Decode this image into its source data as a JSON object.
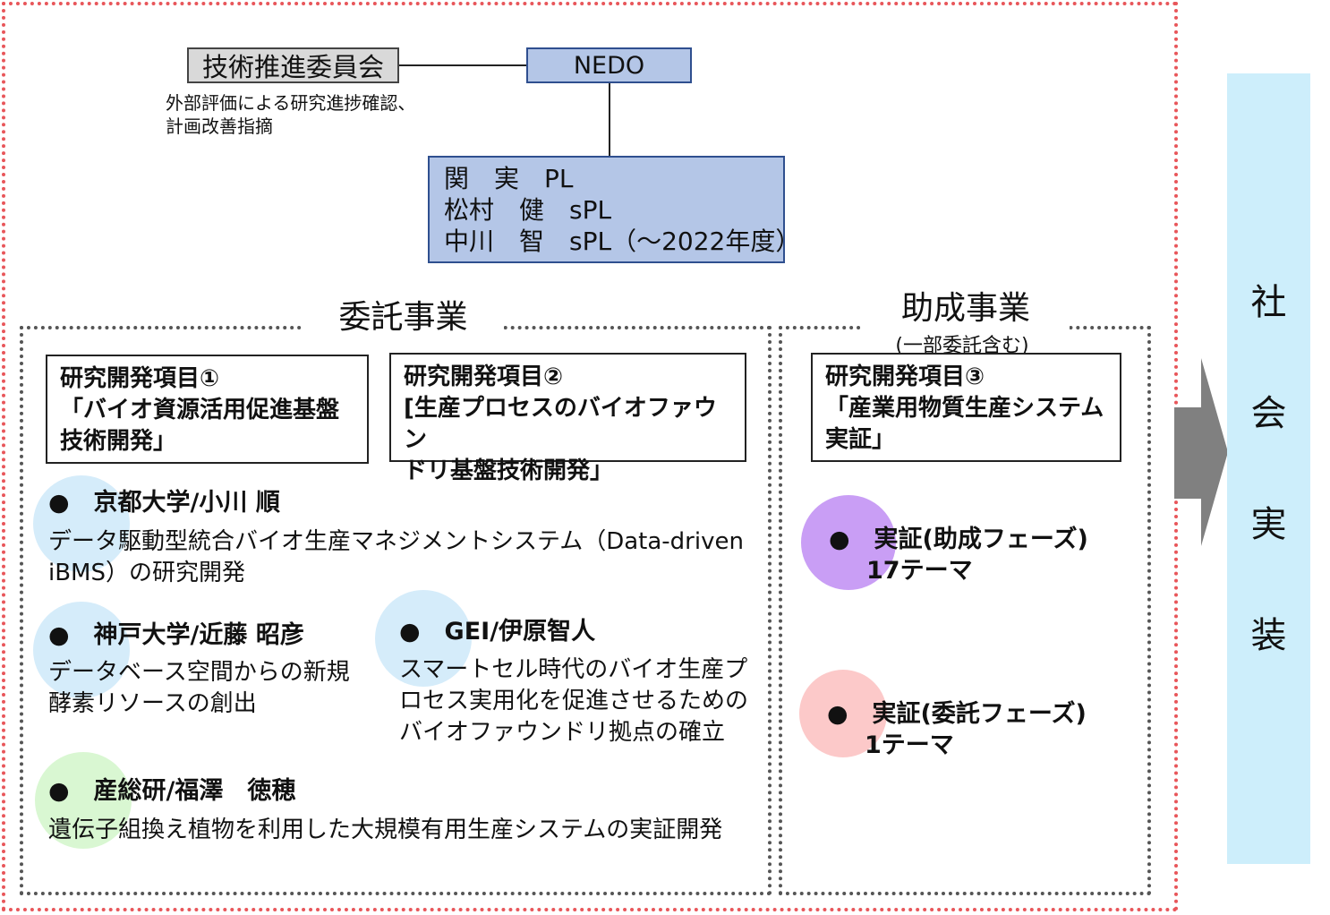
{
  "org": {
    "committee": "技術推進委員会",
    "committee_note": [
      "外部評価による研究進捗確認、",
      "計画改善指摘"
    ],
    "nedo": "NEDO",
    "pl_lines": [
      "関　実　PL",
      "松村　健　sPL",
      "中川　智　sPL（～2022年度）"
    ]
  },
  "itaku": {
    "title": "委託事業",
    "items": [
      {
        "lines": [
          "研究開発項目①",
          "「バイオ資源活用促進基盤",
          "技術開発」"
        ]
      },
      {
        "lines": [
          "研究開発項目②",
          "[生産プロセスのバイオファウン",
          "ドリ基盤技術開発」"
        ]
      }
    ],
    "entries": [
      {
        "label": "●　京都大学/小川 順",
        "desc": [
          "データ駆動型統合バイオ生産マネジメントシステム（Data-driven",
          "iBMS）の研究開発"
        ]
      },
      {
        "label": "●　神戸大学/近藤 昭彦",
        "desc": [
          "データベース空間からの新規",
          "酵素リソースの創出"
        ]
      },
      {
        "label": "●　GEI/伊原智人",
        "desc": [
          "スマートセル時代のバイオ生産プ",
          "ロセス実用化を促進させるための",
          "バイオファウンドリ拠点の確立"
        ]
      },
      {
        "label": "●　産総研/福澤　徳穂",
        "desc": [
          "遺伝子組換え植物を利用した大規模有用生産システムの実証開発"
        ]
      }
    ]
  },
  "josei": {
    "title": "助成事業",
    "subtitle": "(一部委託含む)",
    "item": {
      "lines": [
        "研究開発項目③",
        "「産業用物質生産システム",
        "実証」"
      ]
    },
    "entries": [
      {
        "label": "●　実証(助成フェーズ)",
        "sub": "17テーマ"
      },
      {
        "label": "●　実証(委託フェーズ)",
        "sub": "1テーマ"
      }
    ]
  },
  "social": {
    "chars": [
      "社",
      "会",
      "実",
      "装"
    ]
  },
  "colors": {
    "frame": "#e8565a",
    "nedo_fill": "#b4c6e7",
    "committee_fill": "#d9d9d9",
    "circle_blue": "#d5ecfa",
    "circle_green": "#d9f7d2",
    "circle_purple": "#c99ef5",
    "circle_pink": "#fcc9c9",
    "arrow": "#808080",
    "social_fill": "#cdeefb"
  }
}
